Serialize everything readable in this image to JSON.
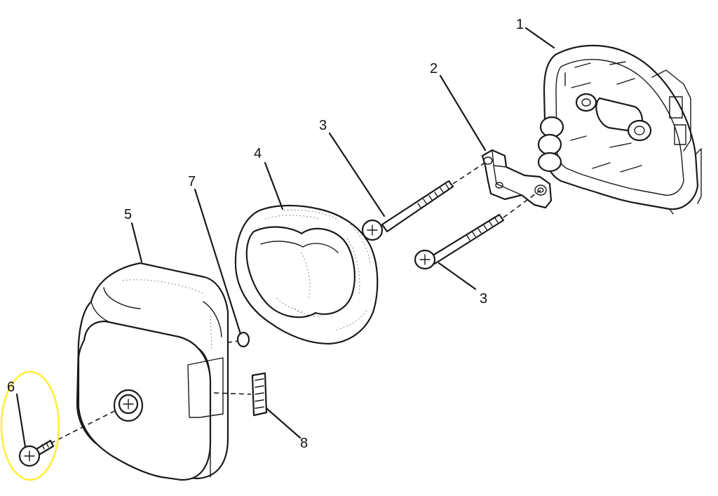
{
  "diagram": {
    "highlight_color": "#ffee33",
    "line_color": "#1a1a1a",
    "callouts": [
      {
        "id": "1",
        "label": "1"
      },
      {
        "id": "2",
        "label": "2"
      },
      {
        "id": "3a",
        "label": "3"
      },
      {
        "id": "3b",
        "label": "3"
      },
      {
        "id": "4",
        "label": "4"
      },
      {
        "id": "5",
        "label": "5"
      },
      {
        "id": "6",
        "label": "6"
      },
      {
        "id": "7",
        "label": "7"
      },
      {
        "id": "8",
        "label": "8"
      }
    ]
  }
}
